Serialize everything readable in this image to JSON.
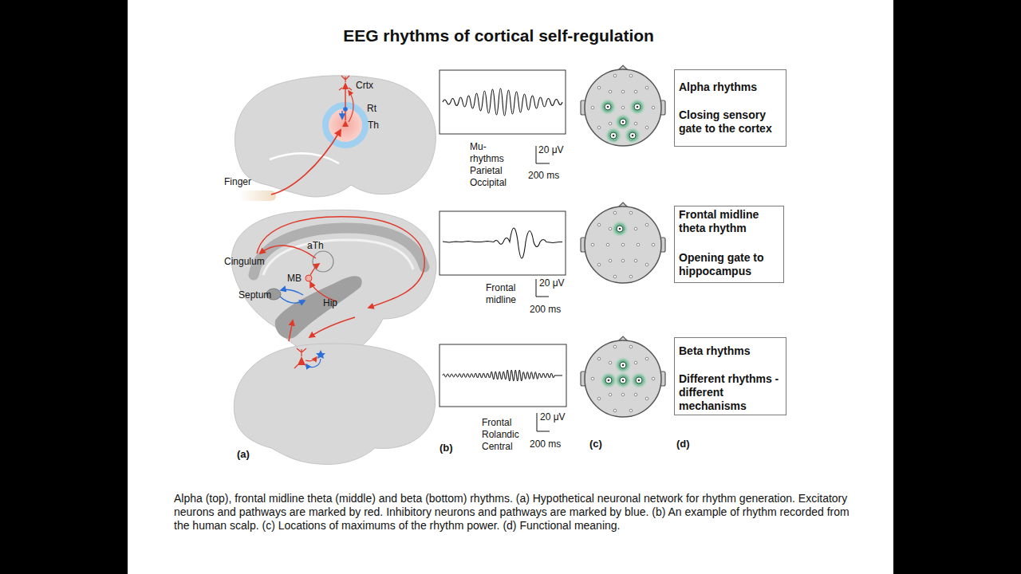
{
  "diagram": {
    "title": "EEG rhythms of cortical self-regulation",
    "caption": "Alpha (top), frontal midline theta (middle) and beta (bottom) rhythms. (a) Hypothetical neuronal network for rhythm generation. Excitatory neurons and pathways are marked by red. Inhibitory neurons and pathways are marked by blue. (b) An example of rhythm recorded from the human scalp. (c) Locations of maximums of the rhythm power. (d) Functional meaning.",
    "nodes": [
      {
        "text": [
          "Alpha rhythms",
          "Closing sensory gate to the cortex"
        ]
      },
      {
        "text": [
          "Frontal midline theta rhythm",
          "Opening gate to hippocampus"
        ]
      },
      {
        "text": [
          "Beta rhythms",
          "Different rhythms - different mechanisms"
        ]
      }
    ],
    "labels": [
      "Crtx",
      "Rt",
      "Th",
      "Finger",
      "Mu-rhythms Parietal Occipital",
      "20 μV",
      "200 ms",
      "Cingulum",
      "aTh",
      "MB",
      "Septum",
      "Hip",
      "Frontal midline",
      "20 μV",
      "200 ms",
      "Frontal Rolandic Central",
      "20 μV",
      "200 ms",
      "(a)",
      "(b)",
      "(c)",
      "(d)"
    ]
  }
}
